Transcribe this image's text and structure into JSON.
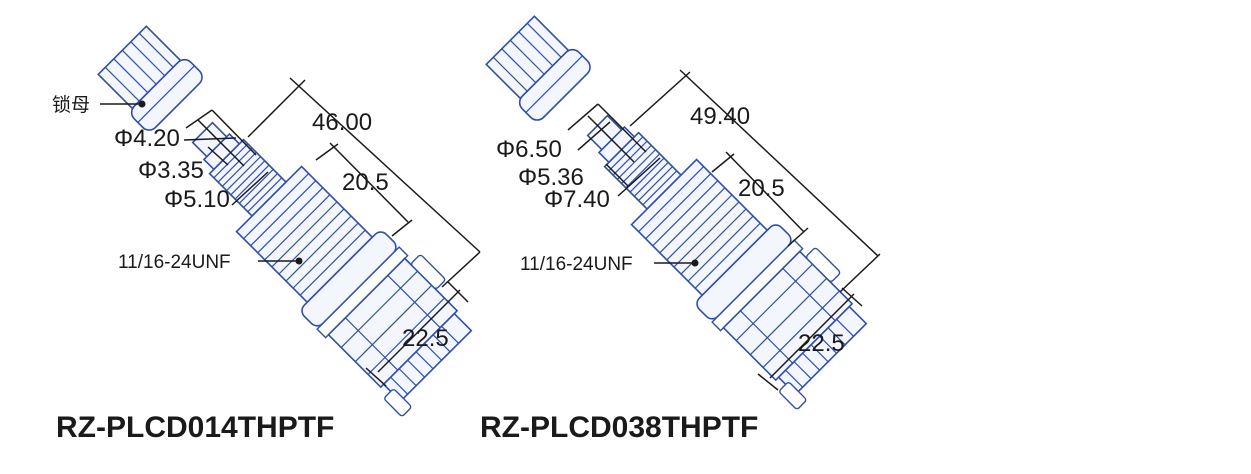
{
  "colors": {
    "outline": "#2f4fa8",
    "fill": "#f4f6fd",
    "text": "#1a1a1a"
  },
  "left": {
    "label_nut": "锁母",
    "d1": "Φ4.20",
    "d2": "Φ3.35",
    "d3": "Φ5.10",
    "thread": "11/16-24UNF",
    "len_total": "46.00",
    "len_mid": "20.5",
    "len_end": "22.5",
    "model": "RZ-PLCD014THPTF"
  },
  "right": {
    "d1": "Φ6.50",
    "d2": "Φ5.36",
    "d3": "Φ7.40",
    "thread": "11/16-24UNF",
    "len_total": "49.40",
    "len_mid": "20.5",
    "len_end": "22.5",
    "model": "RZ-PLCD038THPTF"
  }
}
